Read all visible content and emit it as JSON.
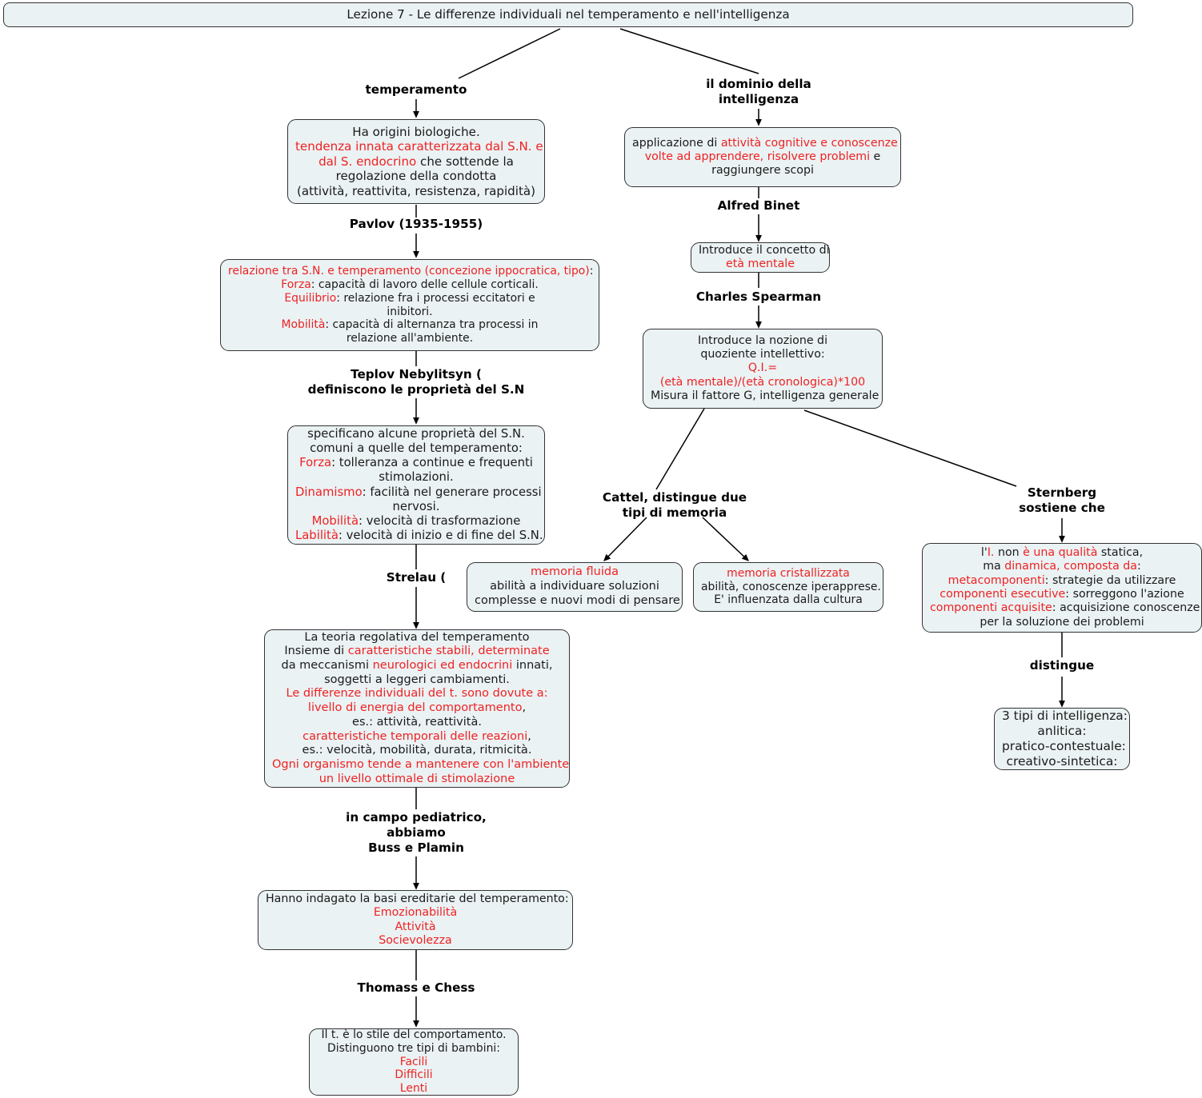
{
  "title": {
    "text": "Lezione 7 - Le differenze individuali nel temperamento e nell'intelligenza"
  },
  "branch_labels": {
    "temperamento": "temperamento",
    "dominio_intelligenza": "il dominio della\nintelligenza",
    "pavlov": "Pavlov (1935-1955)",
    "teplov": "Teplov Nebylitsyn (\ndefiniscono le proprietà del S.N",
    "strelau": "Strelau (",
    "pediatrico": "in campo pediatrico,\nabbiamo\nBuss e Plamin",
    "thomass": "Thomass e Chess",
    "binet": "Alfred Binet",
    "spearman": "Charles Spearman",
    "cattel": "Cattel, distingue due\ntipi di memoria",
    "sternberg": "Sternberg\nsostiene che",
    "distingue": "distingue"
  },
  "nodes": {
    "temperamento_def": [
      [
        {
          "t": "Ha origini biologiche.",
          "c": "k"
        }
      ],
      [
        {
          "t": "tendenza innata caratterizzata dal S.N. e",
          "c": "r"
        }
      ],
      [
        {
          "t": "dal S. endocrino",
          "c": "r"
        },
        {
          "t": " che sottende la",
          "c": "k"
        }
      ],
      [
        {
          "t": "regolazione della condotta",
          "c": "k"
        }
      ],
      [
        {
          "t": "(attività, reattivita, resistenza, rapidità)",
          "c": "k"
        }
      ]
    ],
    "pavlov_box": [
      [
        {
          "t": "relazione tra S.N. e temperamento (concezione ippocratica, tipo)",
          "c": "r"
        },
        {
          "t": ":",
          "c": "k"
        }
      ],
      [
        {
          "t": "Forza",
          "c": "r"
        },
        {
          "t": ": capacità di lavoro delle cellule corticali.",
          "c": "k"
        }
      ],
      [
        {
          "t": "Equilibrio",
          "c": "r"
        },
        {
          "t": ": relazione fra i processi eccitatori e",
          "c": "k"
        }
      ],
      [
        {
          "t": "inibitori.",
          "c": "k"
        }
      ],
      [
        {
          "t": "Mobilità",
          "c": "r"
        },
        {
          "t": ": capacità di alternanza tra processi in",
          "c": "k"
        }
      ],
      [
        {
          "t": "relazione all'ambiente.",
          "c": "k"
        }
      ]
    ],
    "teplov_box": [
      [
        {
          "t": "specificano alcune proprietà del S.N.",
          "c": "k"
        }
      ],
      [
        {
          "t": "comuni a quelle del temperamento:",
          "c": "k"
        }
      ],
      [
        {
          "t": "Forza",
          "c": "r"
        },
        {
          "t": ": tolleranza a continue e frequenti",
          "c": "k"
        }
      ],
      [
        {
          "t": "stimolazioni.",
          "c": "k"
        }
      ],
      [
        {
          "t": "Dinamismo",
          "c": "r"
        },
        {
          "t": ": facilità nel generare processi",
          "c": "k"
        }
      ],
      [
        {
          "t": "nervosi.",
          "c": "k"
        }
      ],
      [
        {
          "t": "Mobilità",
          "c": "r"
        },
        {
          "t": ": velocità di trasformazione",
          "c": "k"
        }
      ],
      [
        {
          "t": "Labilità",
          "c": "r"
        },
        {
          "t": ": velocità di inizio e di fine del S.N.",
          "c": "k"
        }
      ]
    ],
    "strelau_box": [
      [
        {
          "t": "La teoria regolativa del temperamento",
          "c": "k"
        }
      ],
      [
        {
          "t": "Insieme di ",
          "c": "k"
        },
        {
          "t": "caratteristiche stabili, determinate",
          "c": "r"
        }
      ],
      [
        {
          "t": "da meccanismi ",
          "c": "k"
        },
        {
          "t": "neurologici ed endocrini",
          "c": "r"
        },
        {
          "t": " innati,",
          "c": "k"
        }
      ],
      [
        {
          "t": "soggetti a leggeri cambiamenti.",
          "c": "k"
        }
      ],
      [
        {
          "t": "Le differenze individuali del t. sono dovute a:",
          "c": "r"
        }
      ],
      [
        {
          "t": "livello di energia del comportamento",
          "c": "r"
        },
        {
          "t": ",",
          "c": "k"
        }
      ],
      [
        {
          "t": "es.: attività, reattività.",
          "c": "k"
        }
      ],
      [
        {
          "t": "caratteristiche temporali delle reazioni",
          "c": "r"
        },
        {
          "t": ",",
          "c": "k"
        }
      ],
      [
        {
          "t": "es.: velocità, mobilità, durata, ritmicità.",
          "c": "k"
        }
      ],
      [
        {
          "t": "Ogni organismo tende a mantenere con l'ambiente",
          "c": "r"
        }
      ],
      [
        {
          "t": "un livello ottimale di stimolazione",
          "c": "r"
        }
      ]
    ],
    "buss_box": [
      [
        {
          "t": "Hanno indagato la basi ereditarie del temperamento:",
          "c": "k"
        }
      ],
      [
        {
          "t": "Emozionabilità",
          "c": "r"
        }
      ],
      [
        {
          "t": "Attività",
          "c": "r"
        }
      ],
      [
        {
          "t": "Socievolezza",
          "c": "r"
        }
      ]
    ],
    "thomass_box": [
      [
        {
          "t": "Il t. è lo stile del comportamento.",
          "c": "k"
        }
      ],
      [
        {
          "t": "Distinguono tre tipi di bambini:",
          "c": "k"
        }
      ],
      [
        {
          "t": "Facili",
          "c": "r"
        }
      ],
      [
        {
          "t": "Difficili",
          "c": "r"
        }
      ],
      [
        {
          "t": "Lenti",
          "c": "r"
        }
      ]
    ],
    "intelligenza_def": [
      [
        {
          "t": "applicazione di ",
          "c": "k"
        },
        {
          "t": "attività cognitive e conoscenze",
          "c": "r"
        }
      ],
      [
        {
          "t": "volte ad apprendere, risolvere problemi",
          "c": "r"
        },
        {
          "t": " e",
          "c": "k"
        }
      ],
      [
        {
          "t": "raggiungere scopi",
          "c": "k"
        }
      ]
    ],
    "binet_box": [
      [
        {
          "t": "Introduce il concetto di",
          "c": "k"
        }
      ],
      [
        {
          "t": "età mentale",
          "c": "r"
        }
      ]
    ],
    "spearman_box": [
      [
        {
          "t": "Introduce la nozione di",
          "c": "k"
        }
      ],
      [
        {
          "t": "quoziente intellettivo:",
          "c": "k"
        }
      ],
      [
        {
          "t": "Q.I.=",
          "c": "r"
        }
      ],
      [
        {
          "t": "(età mentale)/(età cronologica)*100",
          "c": "r"
        }
      ],
      [
        {
          "t": "Misura il fattore G, intelligenza generale",
          "c": "k"
        }
      ]
    ],
    "memoria_fluida": [
      [
        {
          "t": "memoria fluida",
          "c": "r"
        }
      ],
      [
        {
          "t": "abilità a individuare soluzioni",
          "c": "k"
        }
      ],
      [
        {
          "t": "complesse e nuovi modi di pensare",
          "c": "k"
        }
      ]
    ],
    "memoria_cristallizzata": [
      [
        {
          "t": "memoria cristallizzata",
          "c": "r"
        }
      ],
      [
        {
          "t": "abilità, conoscenze iperapprese.",
          "c": "k"
        }
      ],
      [
        {
          "t": "E' influenzata dalla cultura",
          "c": "k"
        }
      ]
    ],
    "sternberg_box": [
      [
        {
          "t": "l'",
          "c": "k"
        },
        {
          "t": "I.",
          "c": "r"
        },
        {
          "t": " non ",
          "c": "k"
        },
        {
          "t": "è una qualità",
          "c": "r"
        },
        {
          "t": " statica,",
          "c": "k"
        }
      ],
      [
        {
          "t": "ma ",
          "c": "k"
        },
        {
          "t": "dinamica, composta da",
          "c": "r"
        },
        {
          "t": ":",
          "c": "k"
        }
      ],
      [
        {
          "t": "metacomponenti",
          "c": "r"
        },
        {
          "t": ": strategie da utilizzare",
          "c": "k"
        }
      ],
      [
        {
          "t": "componenti esecutive",
          "c": "r"
        },
        {
          "t": ": sorreggono l'azione",
          "c": "k"
        }
      ],
      [
        {
          "t": "componenti acquisite",
          "c": "r"
        },
        {
          "t": ": acquisizione conoscenze",
          "c": "k"
        }
      ],
      [
        {
          "t": "per la soluzione dei problemi",
          "c": "k"
        }
      ]
    ],
    "tre_tipi_box": [
      [
        {
          "t": "3 tipi di intelligenza:",
          "c": "k"
        }
      ],
      [
        {
          "t": "anlitica:",
          "c": "k"
        }
      ],
      [
        {
          "t": "pratico-contestuale:",
          "c": "k"
        }
      ],
      [
        {
          "t": "creativo-sintetica:",
          "c": "k"
        }
      ]
    ]
  },
  "colors": {
    "node_fill": "#ebf2f4",
    "node_border": "#333333",
    "accent_red": "#ee2222",
    "text": "#1a1a1a",
    "edge": "#000000",
    "background": "#ffffff"
  }
}
